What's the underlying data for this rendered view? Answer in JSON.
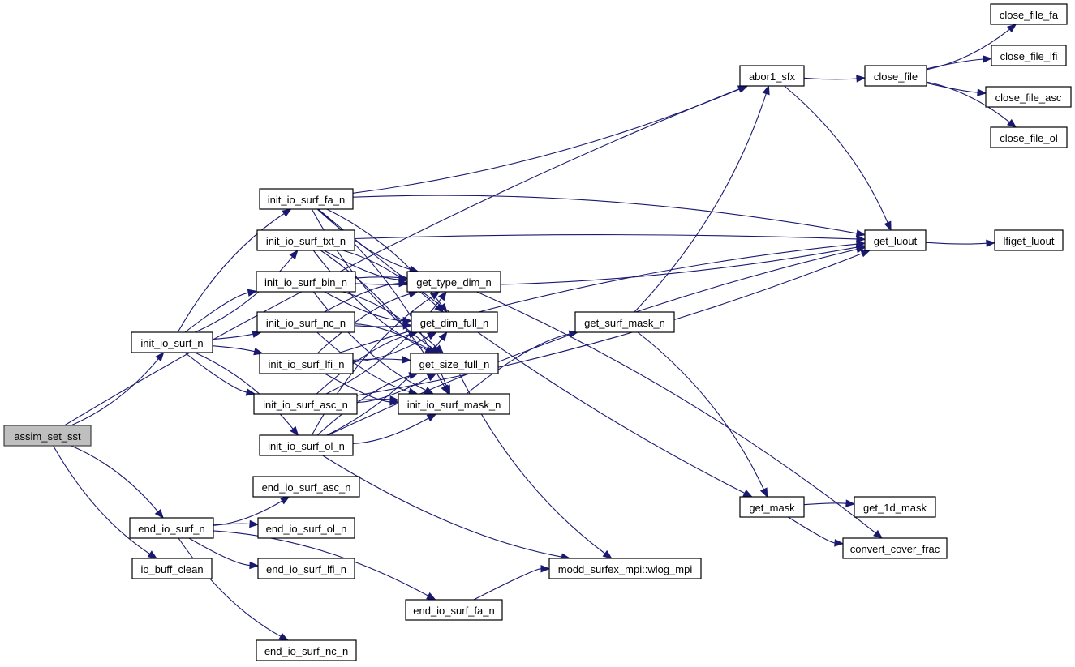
{
  "diagram": {
    "type": "call-graph",
    "edge_color": "#191970",
    "root_fill": "#bfbfbf",
    "nodes": [
      {
        "id": "assim_set_sst",
        "label": "assim_set_sst",
        "root": true
      },
      {
        "id": "init_io_surf_n",
        "label": "init_io_surf_n"
      },
      {
        "id": "end_io_surf_n",
        "label": "end_io_surf_n"
      },
      {
        "id": "io_buff_clean",
        "label": "io_buff_clean"
      },
      {
        "id": "init_io_surf_fa_n",
        "label": "init_io_surf_fa_n"
      },
      {
        "id": "init_io_surf_txt_n",
        "label": "init_io_surf_txt_n"
      },
      {
        "id": "init_io_surf_bin_n",
        "label": "init_io_surf_bin_n"
      },
      {
        "id": "init_io_surf_nc_n",
        "label": "init_io_surf_nc_n"
      },
      {
        "id": "init_io_surf_lfi_n",
        "label": "init_io_surf_lfi_n"
      },
      {
        "id": "init_io_surf_asc_n",
        "label": "init_io_surf_asc_n"
      },
      {
        "id": "init_io_surf_ol_n",
        "label": "init_io_surf_ol_n"
      },
      {
        "id": "end_io_surf_asc_n",
        "label": "end_io_surf_asc_n"
      },
      {
        "id": "end_io_surf_ol_n",
        "label": "end_io_surf_ol_n"
      },
      {
        "id": "end_io_surf_lfi_n",
        "label": "end_io_surf_lfi_n"
      },
      {
        "id": "end_io_surf_nc_n",
        "label": "end_io_surf_nc_n"
      },
      {
        "id": "end_io_surf_fa_n",
        "label": "end_io_surf_fa_n"
      },
      {
        "id": "get_type_dim_n",
        "label": "get_type_dim_n"
      },
      {
        "id": "get_dim_full_n",
        "label": "get_dim_full_n"
      },
      {
        "id": "get_size_full_n",
        "label": "get_size_full_n"
      },
      {
        "id": "init_io_surf_mask_n",
        "label": "init_io_surf_mask_n"
      },
      {
        "id": "get_surf_mask_n",
        "label": "get_surf_mask_n"
      },
      {
        "id": "modd_surfex_mpi_wlog_mpi",
        "label": "modd_surfex_mpi::wlog_mpi"
      },
      {
        "id": "abor1_sfx",
        "label": "abor1_sfx"
      },
      {
        "id": "close_file",
        "label": "close_file"
      },
      {
        "id": "close_file_fa",
        "label": "close_file_fa"
      },
      {
        "id": "close_file_lfi",
        "label": "close_file_lfi"
      },
      {
        "id": "close_file_asc",
        "label": "close_file_asc"
      },
      {
        "id": "close_file_ol",
        "label": "close_file_ol"
      },
      {
        "id": "get_luout",
        "label": "get_luout"
      },
      {
        "id": "lfiget_luout",
        "label": "lfiget_luout"
      },
      {
        "id": "get_mask",
        "label": "get_mask"
      },
      {
        "id": "get_1d_mask",
        "label": "get_1d_mask"
      },
      {
        "id": "convert_cover_frac",
        "label": "convert_cover_frac"
      }
    ],
    "edges": [
      [
        "assim_set_sst",
        "abor1_sfx"
      ],
      [
        "assim_set_sst",
        "init_io_surf_n"
      ],
      [
        "assim_set_sst",
        "end_io_surf_n"
      ],
      [
        "assim_set_sst",
        "io_buff_clean"
      ],
      [
        "init_io_surf_n",
        "init_io_surf_fa_n"
      ],
      [
        "init_io_surf_n",
        "init_io_surf_txt_n"
      ],
      [
        "init_io_surf_n",
        "init_io_surf_bin_n"
      ],
      [
        "init_io_surf_n",
        "init_io_surf_nc_n"
      ],
      [
        "init_io_surf_n",
        "init_io_surf_lfi_n"
      ],
      [
        "init_io_surf_n",
        "init_io_surf_asc_n"
      ],
      [
        "init_io_surf_n",
        "init_io_surf_ol_n"
      ],
      [
        "init_io_surf_fa_n",
        "abor1_sfx"
      ],
      [
        "init_io_surf_fa_n",
        "get_luout"
      ],
      [
        "init_io_surf_fa_n",
        "get_type_dim_n"
      ],
      [
        "init_io_surf_fa_n",
        "get_dim_full_n"
      ],
      [
        "init_io_surf_fa_n",
        "get_size_full_n"
      ],
      [
        "init_io_surf_fa_n",
        "init_io_surf_mask_n"
      ],
      [
        "init_io_surf_fa_n",
        "get_mask"
      ],
      [
        "init_io_surf_txt_n",
        "get_luout"
      ],
      [
        "init_io_surf_txt_n",
        "get_type_dim_n"
      ],
      [
        "init_io_surf_txt_n",
        "get_dim_full_n"
      ],
      [
        "init_io_surf_txt_n",
        "get_size_full_n"
      ],
      [
        "init_io_surf_txt_n",
        "init_io_surf_mask_n"
      ],
      [
        "init_io_surf_bin_n",
        "get_luout"
      ],
      [
        "init_io_surf_bin_n",
        "get_type_dim_n"
      ],
      [
        "init_io_surf_bin_n",
        "get_dim_full_n"
      ],
      [
        "init_io_surf_bin_n",
        "get_size_full_n"
      ],
      [
        "init_io_surf_bin_n",
        "init_io_surf_mask_n"
      ],
      [
        "init_io_surf_nc_n",
        "get_type_dim_n"
      ],
      [
        "init_io_surf_nc_n",
        "get_dim_full_n"
      ],
      [
        "init_io_surf_nc_n",
        "get_size_full_n"
      ],
      [
        "init_io_surf_nc_n",
        "init_io_surf_mask_n"
      ],
      [
        "init_io_surf_lfi_n",
        "get_type_dim_n"
      ],
      [
        "init_io_surf_lfi_n",
        "get_dim_full_n"
      ],
      [
        "init_io_surf_lfi_n",
        "get_size_full_n"
      ],
      [
        "init_io_surf_lfi_n",
        "init_io_surf_mask_n"
      ],
      [
        "init_io_surf_lfi_n",
        "get_luout"
      ],
      [
        "init_io_surf_asc_n",
        "get_type_dim_n"
      ],
      [
        "init_io_surf_asc_n",
        "get_dim_full_n"
      ],
      [
        "init_io_surf_asc_n",
        "get_size_full_n"
      ],
      [
        "init_io_surf_asc_n",
        "init_io_surf_mask_n"
      ],
      [
        "init_io_surf_asc_n",
        "get_luout"
      ],
      [
        "init_io_surf_ol_n",
        "get_type_dim_n"
      ],
      [
        "init_io_surf_ol_n",
        "get_dim_full_n"
      ],
      [
        "init_io_surf_ol_n",
        "get_size_full_n"
      ],
      [
        "init_io_surf_ol_n",
        "init_io_surf_mask_n"
      ],
      [
        "init_io_surf_ol_n",
        "get_luout"
      ],
      [
        "init_io_surf_ol_n",
        "modd_surfex_mpi_wlog_mpi"
      ],
      [
        "get_type_dim_n",
        "convert_cover_frac"
      ],
      [
        "get_size_full_n",
        "modd_surfex_mpi_wlog_mpi"
      ],
      [
        "init_io_surf_mask_n",
        "get_surf_mask_n"
      ],
      [
        "get_surf_mask_n",
        "abor1_sfx"
      ],
      [
        "get_surf_mask_n",
        "get_mask"
      ],
      [
        "end_io_surf_n",
        "end_io_surf_asc_n"
      ],
      [
        "end_io_surf_n",
        "end_io_surf_ol_n"
      ],
      [
        "end_io_surf_n",
        "end_io_surf_lfi_n"
      ],
      [
        "end_io_surf_n",
        "end_io_surf_fa_n"
      ],
      [
        "end_io_surf_n",
        "end_io_surf_nc_n"
      ],
      [
        "end_io_surf_fa_n",
        "modd_surfex_mpi_wlog_mpi"
      ],
      [
        "abor1_sfx",
        "close_file"
      ],
      [
        "abor1_sfx",
        "get_luout"
      ],
      [
        "close_file",
        "close_file_fa"
      ],
      [
        "close_file",
        "close_file_lfi"
      ],
      [
        "close_file",
        "close_file_asc"
      ],
      [
        "close_file",
        "close_file_ol"
      ],
      [
        "get_luout",
        "lfiget_luout"
      ],
      [
        "get_mask",
        "get_1d_mask"
      ],
      [
        "get_mask",
        "convert_cover_frac"
      ]
    ]
  }
}
